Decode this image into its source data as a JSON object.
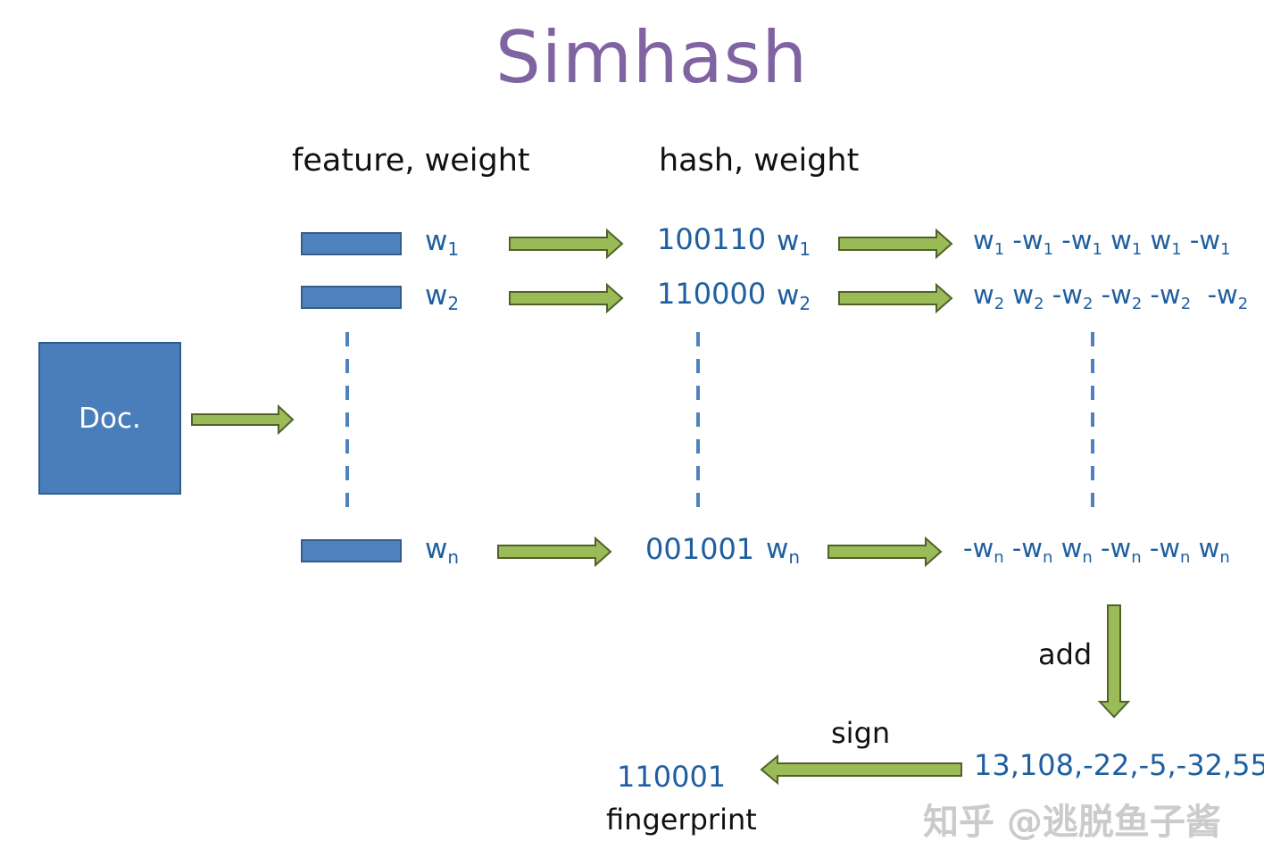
{
  "title": "Simhash",
  "headers": {
    "feature": "feature, weight",
    "hash": "hash, weight"
  },
  "doc_label": "Doc.",
  "rows": [
    {
      "w": "w",
      "sub": "1",
      "hash": "100110",
      "vec": [
        {
          "sign": "",
          "w": "w",
          "sub": "1"
        },
        {
          "sign": "-",
          "w": "w",
          "sub": "1"
        },
        {
          "sign": "-",
          "w": "w",
          "sub": "1"
        },
        {
          "sign": "",
          "w": "w",
          "sub": "1"
        },
        {
          "sign": "",
          "w": "w",
          "sub": "1"
        },
        {
          "sign": "-",
          "w": "w",
          "sub": "1"
        }
      ]
    },
    {
      "w": "w",
      "sub": "2",
      "hash": "110000",
      "vec": [
        {
          "sign": "",
          "w": "w",
          "sub": "2"
        },
        {
          "sign": "",
          "w": "w",
          "sub": "2"
        },
        {
          "sign": "-",
          "w": "w",
          "sub": "2"
        },
        {
          "sign": "-",
          "w": "w",
          "sub": "2"
        },
        {
          "sign": "-",
          "w": "w",
          "sub": "2"
        },
        {
          "sign": " -",
          "w": "w",
          "sub": "2"
        }
      ]
    },
    {
      "w": "w",
      "sub": "n",
      "hash": "001001",
      "vec": [
        {
          "sign": "-",
          "w": "w",
          "sub": "n"
        },
        {
          "sign": "-",
          "w": "w",
          "sub": "n"
        },
        {
          "sign": "",
          "w": "w",
          "sub": "n"
        },
        {
          "sign": "-",
          "w": "w",
          "sub": "n"
        },
        {
          "sign": "-",
          "w": "w",
          "sub": "n"
        },
        {
          "sign": "",
          "w": "w",
          "sub": "n"
        }
      ]
    }
  ],
  "add_label": "add",
  "sum_vector": "13,108,-22,-5,-32,55",
  "sign_label": "sign",
  "fingerprint_value": "110001",
  "fingerprint_label": "fingerprint",
  "watermark": "知乎 @逃脱鱼子酱",
  "colors": {
    "title": "#8064a2",
    "doc_box": "#4a7ebb",
    "feature_bar": "#4f81bd",
    "arrow_fill": "#9bbb59",
    "arrow_stroke": "#4f6228",
    "value_text": "#1f5fa0"
  }
}
